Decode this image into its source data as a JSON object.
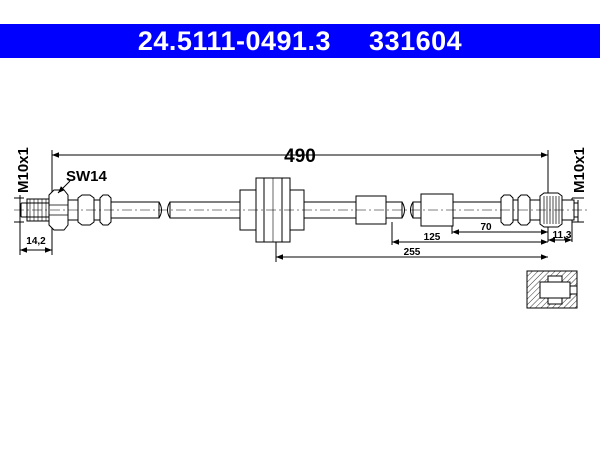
{
  "header": {
    "part_number": "24.5111-0491.3",
    "ref_number": "331604",
    "background_color": "#0000ff"
  },
  "dimensions": {
    "total_length": "490",
    "thread_left": "M10x1",
    "thread_right": "M10x1",
    "wrench_size": "SW14",
    "left_fitting_length": "14,2",
    "right_fitting_length": "11,3",
    "dim_70": "70",
    "dim_125": "125",
    "dim_255": "255"
  }
}
